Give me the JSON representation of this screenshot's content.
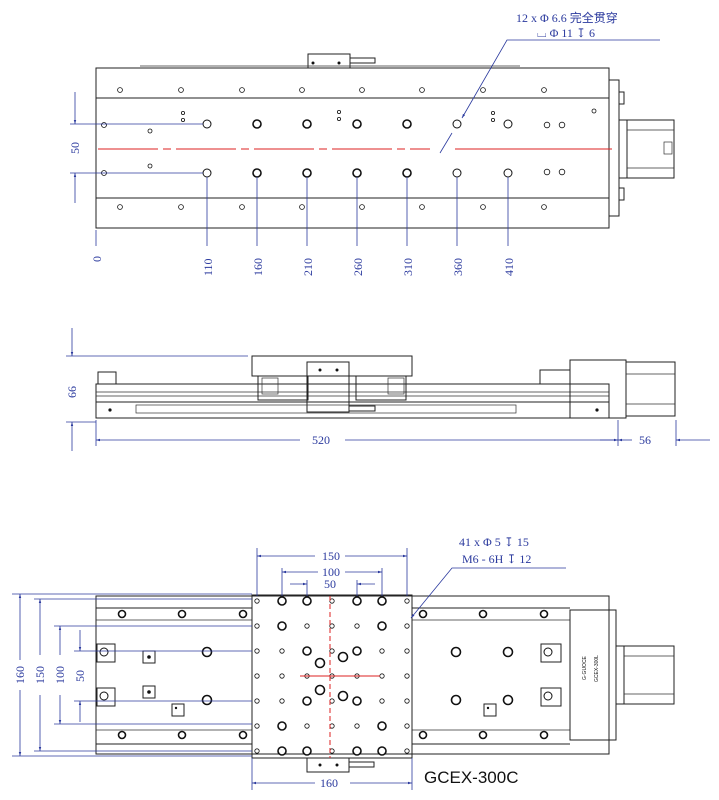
{
  "top_view": {
    "hole_note_line1": "12 x Φ 6.6 完全贯穿",
    "hole_note_line2": "⌴ Φ 11 ↧ 6",
    "dim_height": "50",
    "positions": [
      "0",
      "110",
      "160",
      "210",
      "260",
      "310",
      "360",
      "410"
    ]
  },
  "side_view": {
    "dim_height": "66",
    "dim_length": "520",
    "dim_motor": "56"
  },
  "bottom_view": {
    "hole_note_line1": "41 x Φ 5 ↧ 15",
    "hole_note_line2": "M6 - 6H ↧ 12",
    "dim_top_150": "150",
    "dim_top_100": "100",
    "dim_top_50": "50",
    "dim_left_160": "160",
    "dim_left_150": "150",
    "dim_left_100": "100",
    "dim_left_50": "50",
    "dim_bottom_160": "160",
    "model": "GCEX-300C",
    "brand_label": "G·GUOCE",
    "model_small": "GCEX-300L"
  },
  "colors": {
    "dimension": "#2b3a9e",
    "centerline": "#dd2222",
    "outline": "#222222"
  }
}
